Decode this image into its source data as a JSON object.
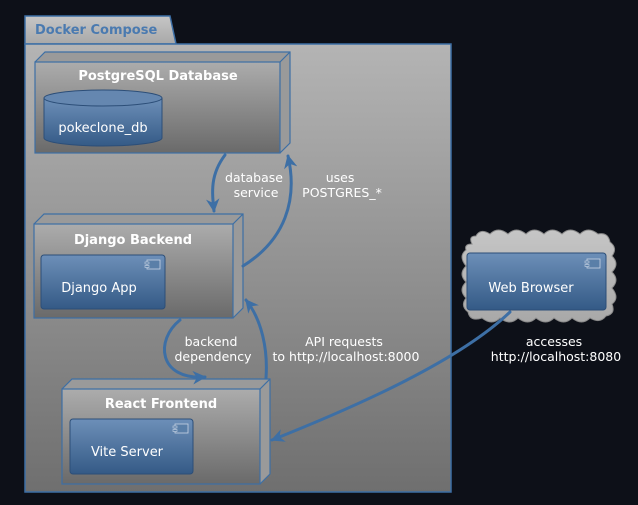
{
  "frame": {
    "title": "Docker Compose"
  },
  "nodes": {
    "postgres": {
      "title": "PostgreSQL Database",
      "db_label": "pokeclone_db"
    },
    "django": {
      "title": "Django Backend",
      "component": "Django App"
    },
    "react": {
      "title": "React Frontend",
      "component": "Vite Server"
    },
    "browser": {
      "component": "Web Browser"
    }
  },
  "edges": {
    "db_service": [
      "database",
      "service"
    ],
    "uses_pg": [
      "uses",
      "POSTGRES_*"
    ],
    "backend_dep": [
      "backend",
      "dependency"
    ],
    "api_requests": [
      "API requests",
      "to http://localhost:8000"
    ],
    "accesses": [
      "accesses",
      "http://localhost:8080"
    ]
  },
  "colors": {
    "background": "#0d1018",
    "accent": "#3d6fa5",
    "component_fill": "#4b6f99",
    "frame_title": "#4a7ab0"
  }
}
